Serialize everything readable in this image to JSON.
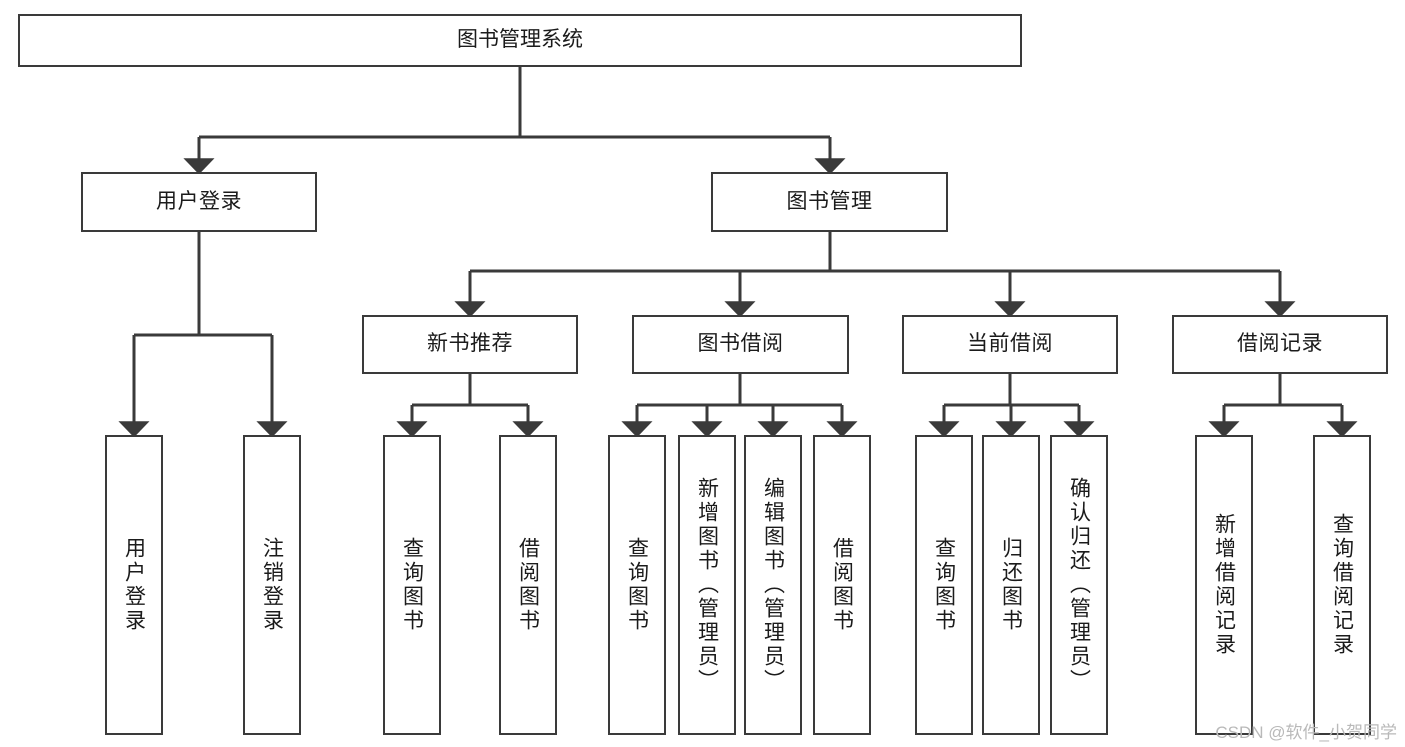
{
  "diagram": {
    "title": "图书管理系统",
    "watermark": "CSDN @软件_小贺同学",
    "type": "tree-hierarchy",
    "line_color": "#3a3a3a",
    "box_fill": "#ffffff",
    "text_color": "#1b1b1b",
    "watermark_color": "#b9b9b9"
  },
  "nodes": {
    "root": {
      "label": "图书管理系统",
      "level": 1
    },
    "level2": [
      {
        "id": "user-login",
        "label": "用户登录"
      },
      {
        "id": "book-manage",
        "label": "图书管理"
      }
    ],
    "level3": [
      {
        "id": "new-book-recommend",
        "label": "新书推荐",
        "parent": "book-manage"
      },
      {
        "id": "book-borrow",
        "label": "图书借阅",
        "parent": "book-manage"
      },
      {
        "id": "current-borrow",
        "label": "当前借阅",
        "parent": "book-manage"
      },
      {
        "id": "borrow-record",
        "label": "借阅记录",
        "parent": "book-manage"
      }
    ],
    "leaves": {
      "user-login": [
        {
          "id": "leaf-user-login",
          "label": "用户登录"
        },
        {
          "id": "leaf-user-logout",
          "label": "注销登录"
        }
      ],
      "new-book-recommend": [
        {
          "id": "leaf-query-book-1",
          "label": "查询图书"
        },
        {
          "id": "leaf-borrow-book-1",
          "label": "借阅图书"
        }
      ],
      "book-borrow": [
        {
          "id": "leaf-query-book-2",
          "label": "查询图书"
        },
        {
          "id": "leaf-add-book",
          "label": "新增图书（管理员）"
        },
        {
          "id": "leaf-edit-book",
          "label": "编辑图书（管理员）"
        },
        {
          "id": "leaf-borrow-book-2",
          "label": "借阅图书"
        }
      ],
      "current-borrow": [
        {
          "id": "leaf-query-book-3",
          "label": "查询图书"
        },
        {
          "id": "leaf-return-book",
          "label": "归还图书"
        },
        {
          "id": "leaf-confirm-return",
          "label": "确认归还（管理员）"
        }
      ],
      "borrow-record": [
        {
          "id": "leaf-add-record",
          "label": "新增借阅记录"
        },
        {
          "id": "leaf-query-record",
          "label": "查询借阅记录"
        }
      ]
    }
  }
}
